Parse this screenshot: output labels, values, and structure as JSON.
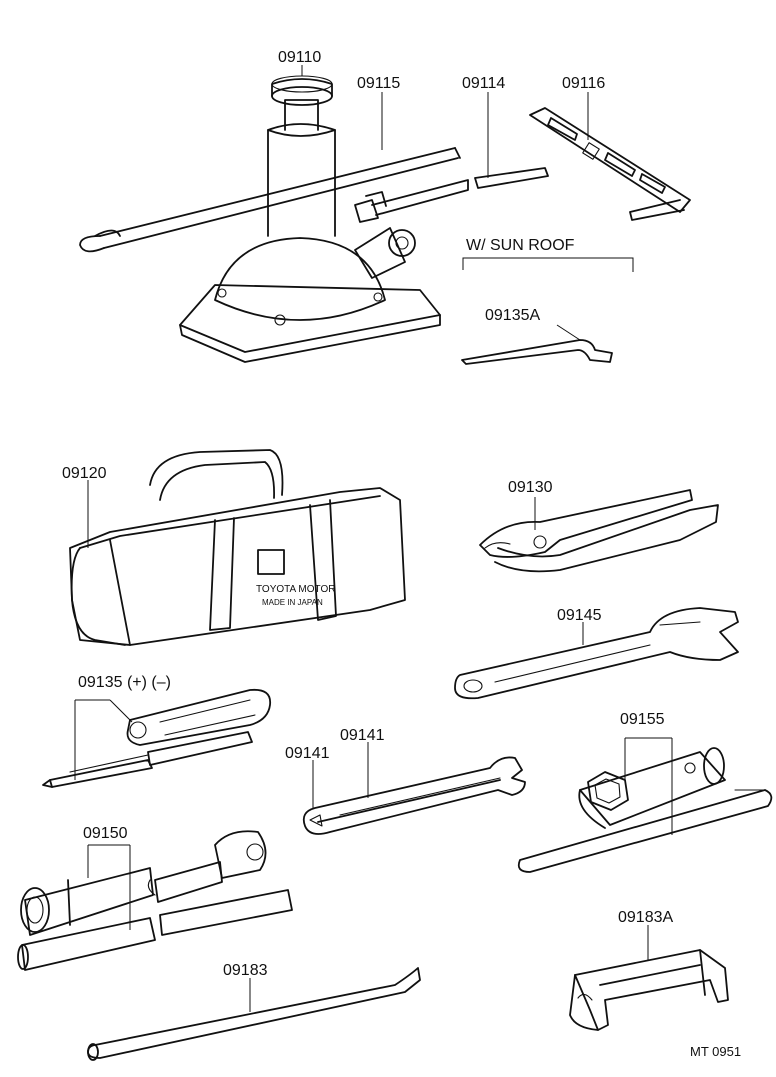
{
  "parts": {
    "jack": "09110",
    "jack_handle": "09115",
    "jack_extension": "09114",
    "jack_crank": "09116",
    "sunroof_group": "W/ SUN  ROOF",
    "sunroof_wrench": "09135A",
    "tool_bag": "09120",
    "pliers": "09130",
    "adjustable_wrench": "09145",
    "screwdriver_set": "09135 (+) (–)",
    "open_wrench_a": "09141",
    "open_wrench_b": "09141",
    "plug_wrench_set": "09155",
    "wheel_nut_wrench_set": "09150",
    "tire_lever": "09183",
    "clamp": "09183A"
  },
  "bag_print": {
    "brand": "TOYOTA MOTOR",
    "origin": "MADE IN JAPAN"
  },
  "drawing_code": "MT  0951",
  "colors": {
    "ink": "#111111",
    "paper": "#ffffff"
  }
}
